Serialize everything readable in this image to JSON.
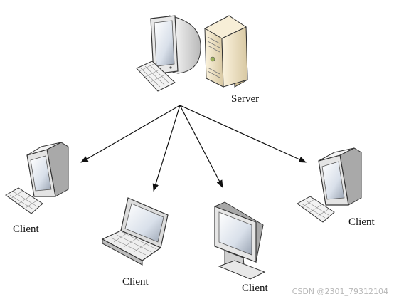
{
  "nodes": {
    "server": {
      "label": "Server"
    },
    "client_left": {
      "label": "Client"
    },
    "client_laptop": {
      "label": "Client"
    },
    "client_monitor": {
      "label": "Client"
    },
    "client_right": {
      "label": "Client"
    }
  },
  "watermark": "CSDN @2301_79312104"
}
